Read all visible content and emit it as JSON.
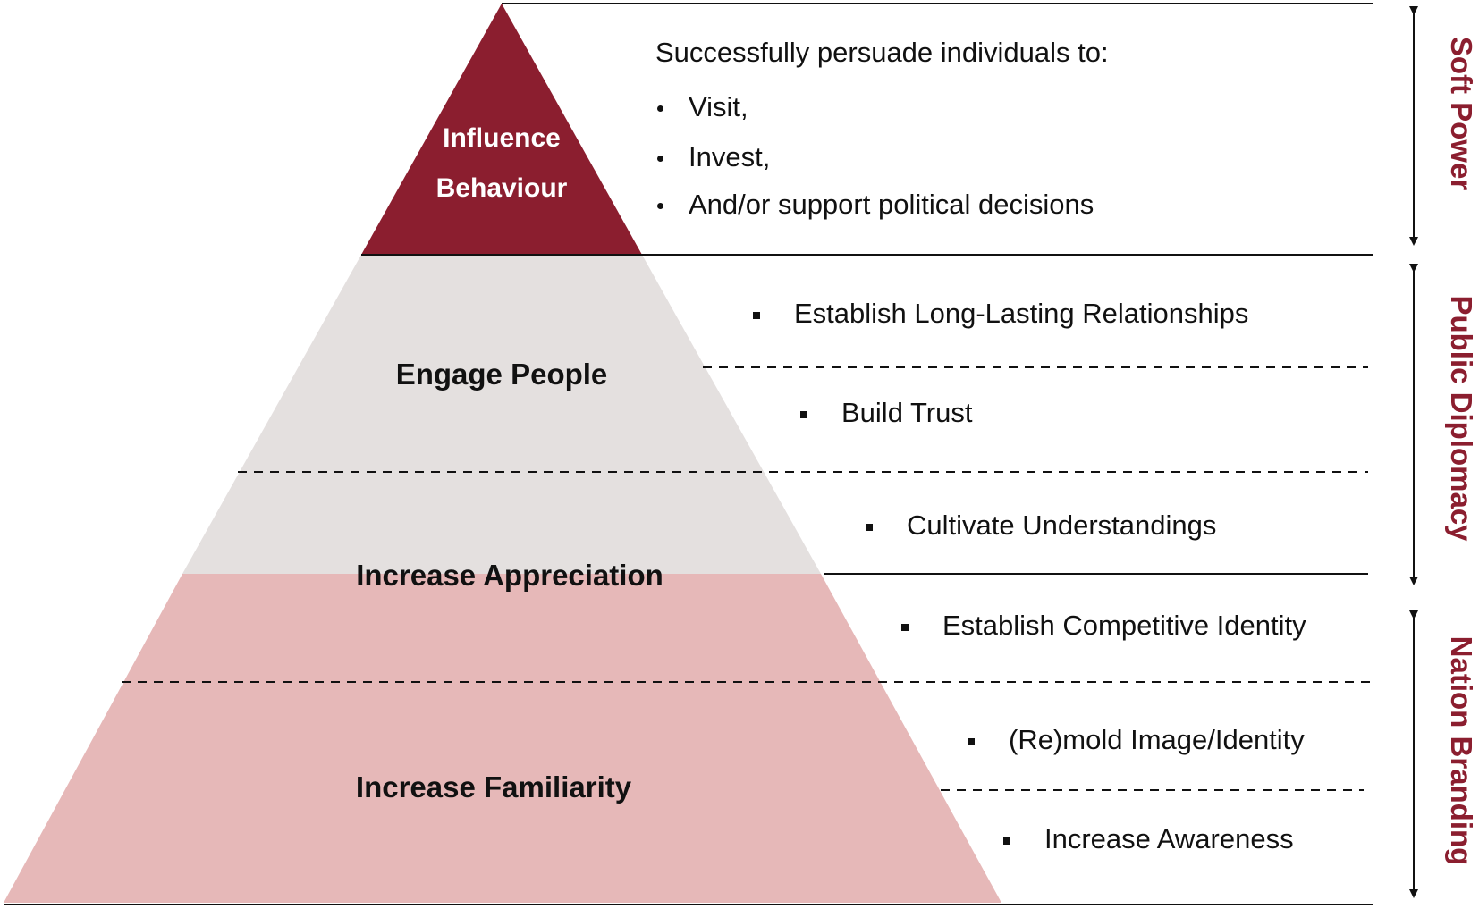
{
  "pyramid": {
    "tiers": [
      {
        "label_line1": "Influence",
        "label_line2": "Behaviour",
        "color": "#8b1e2f"
      },
      {
        "label": "Engage People",
        "color": "#e4e0df"
      },
      {
        "label": "Increase Appreciation",
        "color": "#e4e0df"
      },
      {
        "label": "Increase Familiarity",
        "color": "#e6b8b8"
      }
    ]
  },
  "descriptions": {
    "intro": "Successfully persuade individuals to:",
    "top_bullets": [
      "Visit,",
      "Invest,",
      "And/or support political decisions"
    ],
    "bullets": [
      "Establish Long-Lasting Relationships",
      "Build Trust",
      "Cultivate Understandings",
      "Establish Competitive Identity",
      "(Re)mold Image/Identity",
      "Increase Awareness"
    ]
  },
  "side_labels": [
    "Soft Power",
    "Public Diplomacy",
    "Nation Branding"
  ],
  "colors": {
    "accent": "#8b1e2f",
    "gray_tier": "#e4e0df",
    "pink_tier": "#e6b8b8"
  }
}
